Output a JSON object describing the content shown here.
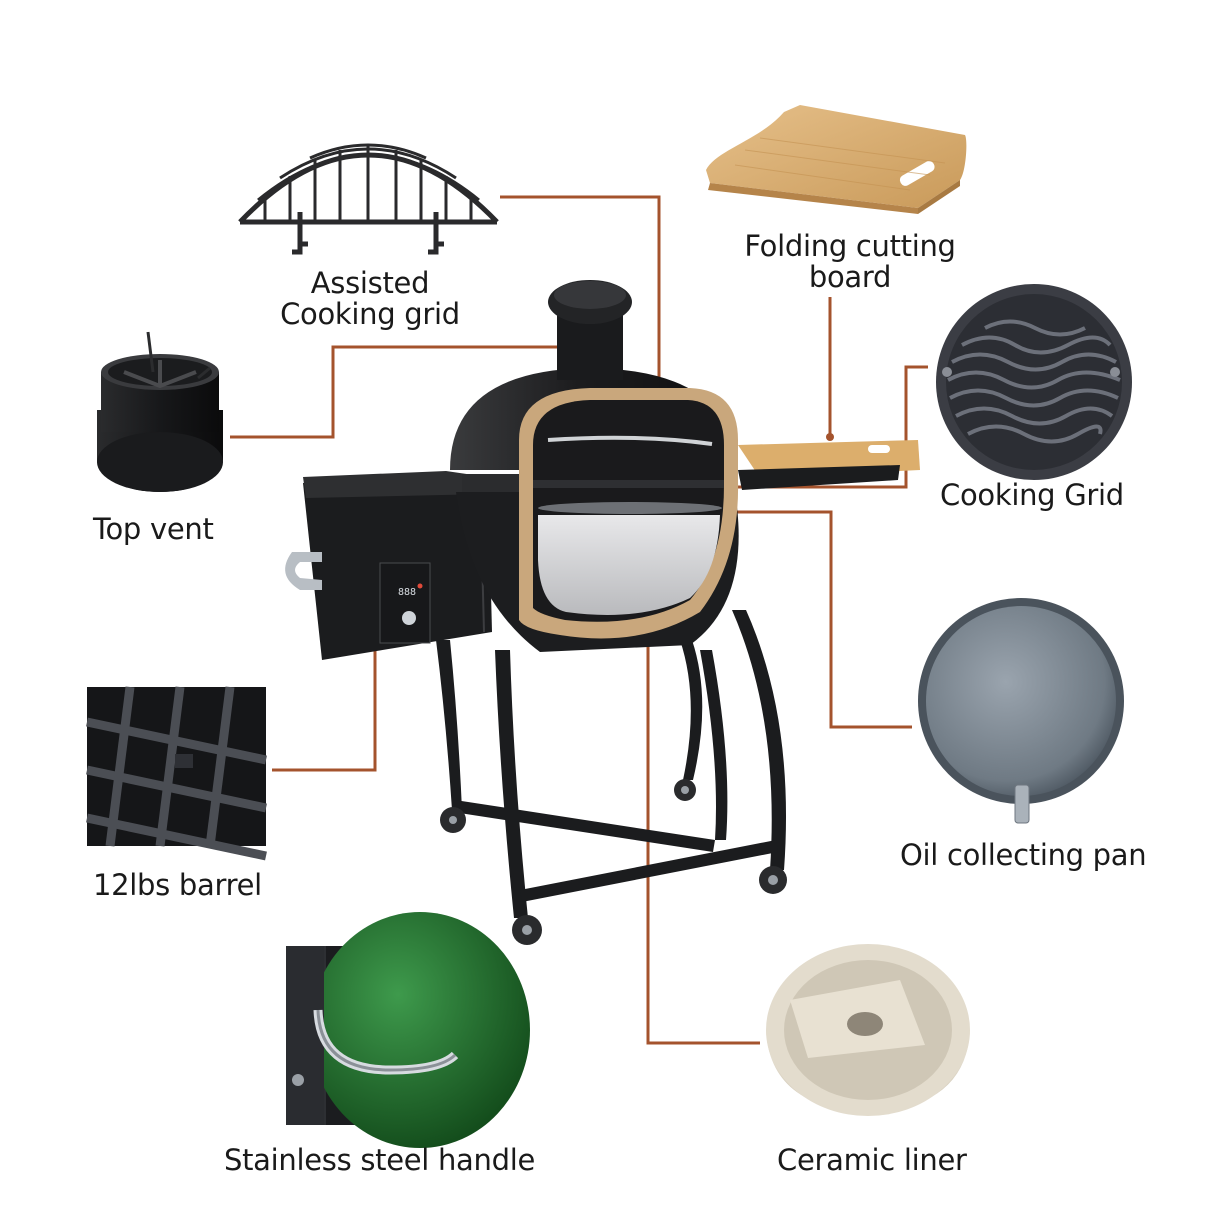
{
  "labels": {
    "assisted_grid": "Assisted\nCooking grid",
    "cutting_board": "Folding cutting\nboard",
    "top_vent": "Top vent",
    "cooking_grid": "Cooking Grid",
    "barrel": "12lbs barrel",
    "oil_pan": "Oil collecting pan",
    "handle": "Stainless steel handle",
    "ceramic_liner": "Ceramic liner"
  },
  "controller": {
    "display": "888"
  },
  "colors": {
    "leader": "#a4532d",
    "body": "#1d1d1f",
    "gasket": "#c9a77c",
    "bamboo": "#dcae6c",
    "ceramic": "#d8d1c3",
    "green_shell": "#1f7a2c",
    "steel": "#9ba6b0"
  }
}
